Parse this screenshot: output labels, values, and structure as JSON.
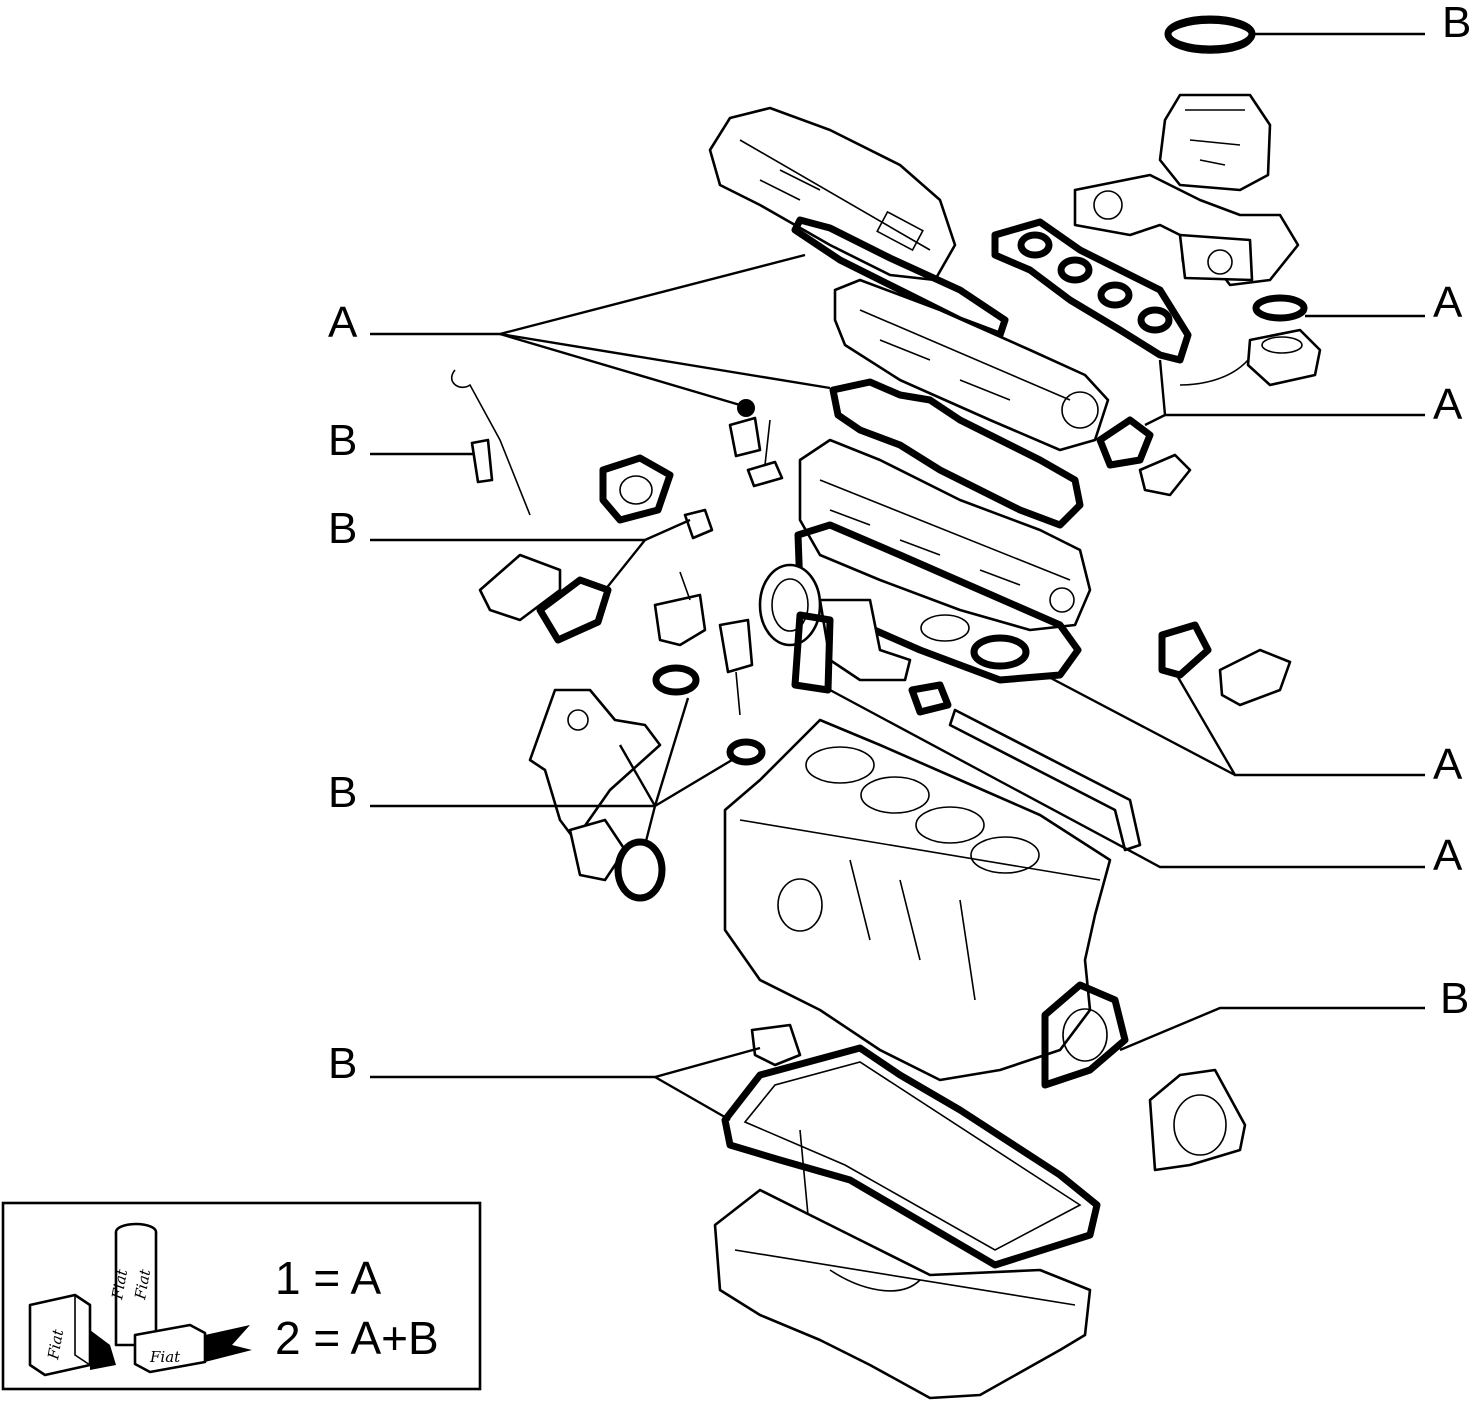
{
  "callouts": {
    "top_right_b": "B",
    "valve_cover_a": "A",
    "manifold_a": "A",
    "exhaust_a": "A",
    "dipstick_b": "B",
    "cover_plate_b": "B",
    "side_gasket_a": "A",
    "head_gasket_a": "A",
    "pump_b": "B",
    "rear_seal_b": "B",
    "oil_pan_b": "B"
  },
  "legend": {
    "line1": "1 = A",
    "line2": "2 = A+B",
    "brand_labels": [
      "Fiat",
      "Fiat",
      "Fiat",
      "Fiat"
    ]
  }
}
